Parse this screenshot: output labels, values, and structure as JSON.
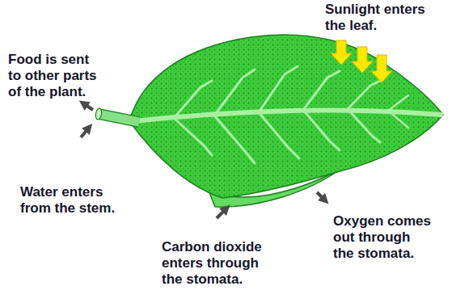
{
  "diagram": {
    "labels": [
      "Sunlight enters the leaf.",
      "Food is sent to other parts of the plant.",
      "Water enters from the stem.",
      "Oxygen comes out through the stomata.",
      "Carbon dioxide enters through the stomata."
    ]
  }
}
